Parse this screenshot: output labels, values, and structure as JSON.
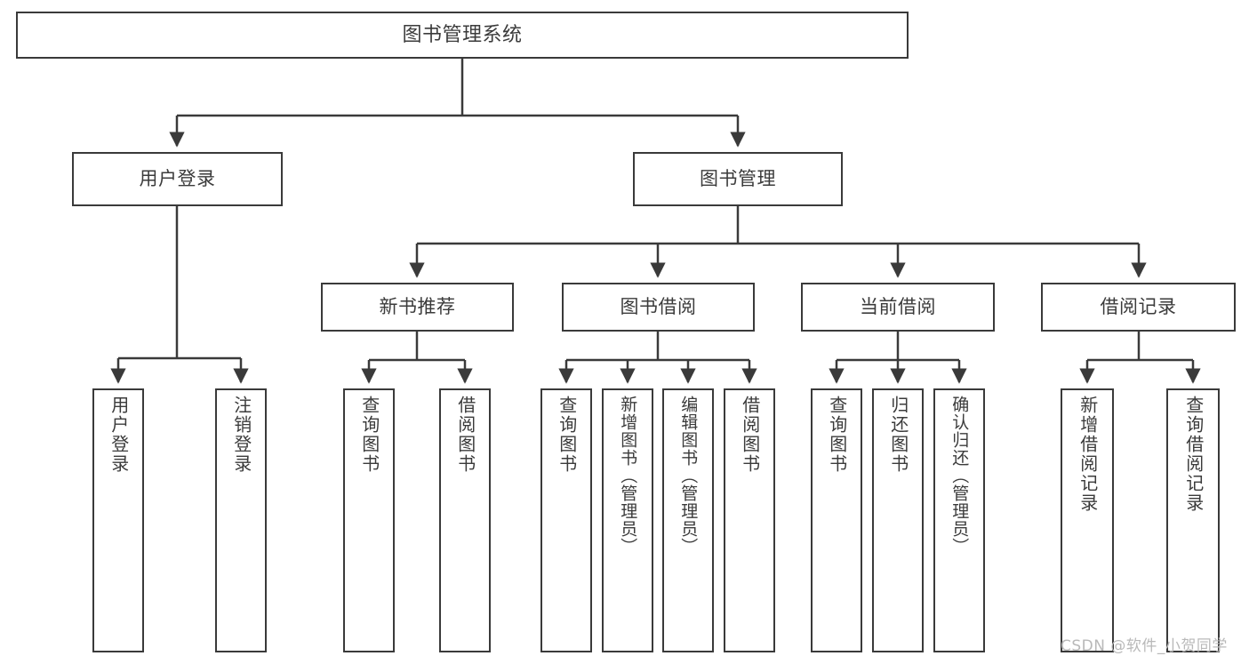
{
  "diagram": {
    "type": "tree",
    "title": "图书管理系统",
    "root": {
      "id": "root",
      "label": "图书管理系统"
    },
    "level2": [
      {
        "id": "user-login",
        "label": "用户登录"
      },
      {
        "id": "book-manage",
        "label": "图书管理"
      }
    ],
    "level3": [
      {
        "id": "new-book-recommend",
        "label": "新书推荐"
      },
      {
        "id": "book-borrow",
        "label": "图书借阅"
      },
      {
        "id": "current-borrow",
        "label": "当前借阅"
      },
      {
        "id": "borrow-record",
        "label": "借阅记录"
      }
    ],
    "leaves": {
      "user_login": [
        {
          "id": "leaf-user-login",
          "label": "用户登录"
        },
        {
          "id": "leaf-logout-login",
          "label": "注销登录"
        }
      ],
      "new_book_recommend": [
        {
          "id": "leaf-query-book-1",
          "label": "查询图书"
        },
        {
          "id": "leaf-borrow-book-1",
          "label": "借阅图书"
        }
      ],
      "book_borrow": [
        {
          "id": "leaf-query-book-2",
          "label": "查询图书"
        },
        {
          "id": "leaf-add-book",
          "label": "新增图书（管理员）"
        },
        {
          "id": "leaf-edit-book",
          "label": "编辑图书（管理员）"
        },
        {
          "id": "leaf-borrow-book-2",
          "label": "借阅图书"
        }
      ],
      "current_borrow": [
        {
          "id": "leaf-query-book-3",
          "label": "查询图书"
        },
        {
          "id": "leaf-return-book",
          "label": "归还图书"
        },
        {
          "id": "leaf-confirm-return",
          "label": "确认归还（管理员）"
        }
      ],
      "borrow_record": [
        {
          "id": "leaf-add-record",
          "label": "新增借阅记录"
        },
        {
          "id": "leaf-query-record",
          "label": "查询借阅记录"
        }
      ]
    }
  },
  "watermark": {
    "text": "CSDN @软件_小贺同学"
  },
  "colors": {
    "stroke": "#3a3a3a",
    "text": "#3b3b3b",
    "background": "#ffffff",
    "watermark": "#b9b9b9"
  }
}
